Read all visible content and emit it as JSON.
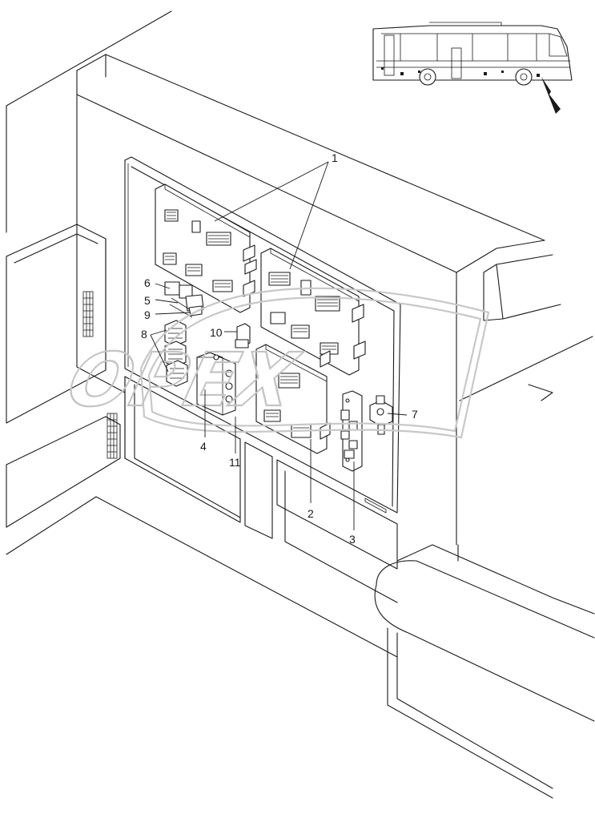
{
  "watermark": {
    "text": "OPEX"
  },
  "callouts": [
    {
      "id": "1",
      "label": "1"
    },
    {
      "id": "2",
      "label": "2"
    },
    {
      "id": "3",
      "label": "3"
    },
    {
      "id": "4",
      "label": "4"
    },
    {
      "id": "5",
      "label": "5"
    },
    {
      "id": "6",
      "label": "6"
    },
    {
      "id": "7",
      "label": "7"
    },
    {
      "id": "8",
      "label": "8"
    },
    {
      "id": "9",
      "label": "9"
    },
    {
      "id": "10",
      "label": "10"
    },
    {
      "id": "11",
      "label": "11"
    }
  ],
  "locator": {
    "subject": "bus-side-view",
    "arrow": "location-arrow"
  },
  "colors": {
    "line": "#1a1a1a",
    "watermark": "#c4c4c4",
    "background": "#ffffff"
  }
}
